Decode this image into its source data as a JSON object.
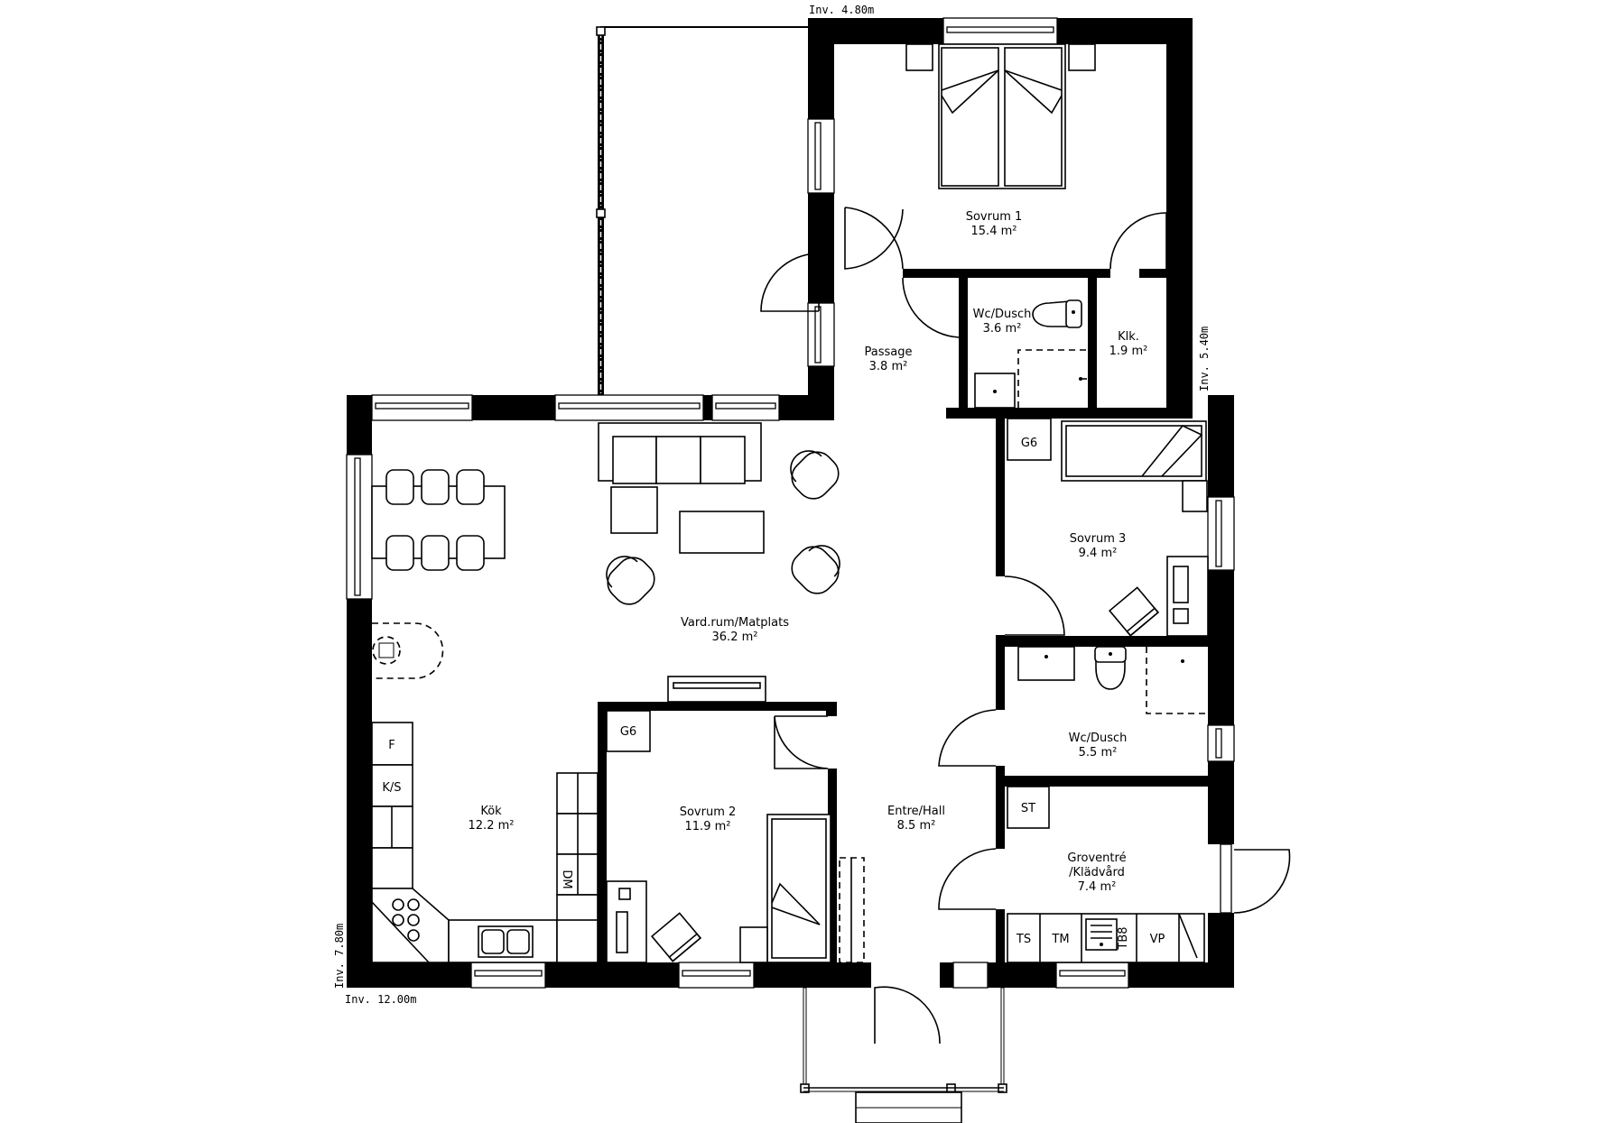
{
  "plan": {
    "dimensions": {
      "top": "Inv. 4.80m",
      "right": "Inv. 5.40m",
      "left": "Inv. 7.80m",
      "bottom": "Inv. 12.00m"
    },
    "rooms": [
      {
        "id": "sovrum1",
        "name": "Sovrum 1",
        "area": "15.4 m²"
      },
      {
        "id": "wc1",
        "name": "Wc/Dusch",
        "area": "3.6 m²"
      },
      {
        "id": "klk",
        "name": "Klk.",
        "area": "1.9 m²"
      },
      {
        "id": "passage",
        "name": "Passage",
        "area": "3.8 m²"
      },
      {
        "id": "sovrum3",
        "name": "Sovrum 3",
        "area": "9.4 m²"
      },
      {
        "id": "vardrum",
        "name": "Vard.rum/Matplats",
        "area": "36.2 m²"
      },
      {
        "id": "wc2",
        "name": "Wc/Dusch",
        "area": "5.5 m²"
      },
      {
        "id": "kok",
        "name": "Kök",
        "area": "12.2 m²"
      },
      {
        "id": "sovrum2",
        "name": "Sovrum 2",
        "area": "11.9 m²"
      },
      {
        "id": "entre",
        "name": "Entre/Hall",
        "area": "8.5 m²"
      },
      {
        "id": "groventre",
        "name": "Groventré",
        "name2": "/Klädvård",
        "area": "7.4 m²"
      }
    ],
    "fixtures": {
      "g6_sovrum3": "G6",
      "g6_sovrum2": "G6",
      "fridge": "F",
      "fridge_freezer": "K/S",
      "dishwasher": "DM",
      "storage": "ST",
      "dryer": "TS",
      "washer": "TM",
      "drying_cabinet": "TB8",
      "water_heater": "VP"
    }
  }
}
